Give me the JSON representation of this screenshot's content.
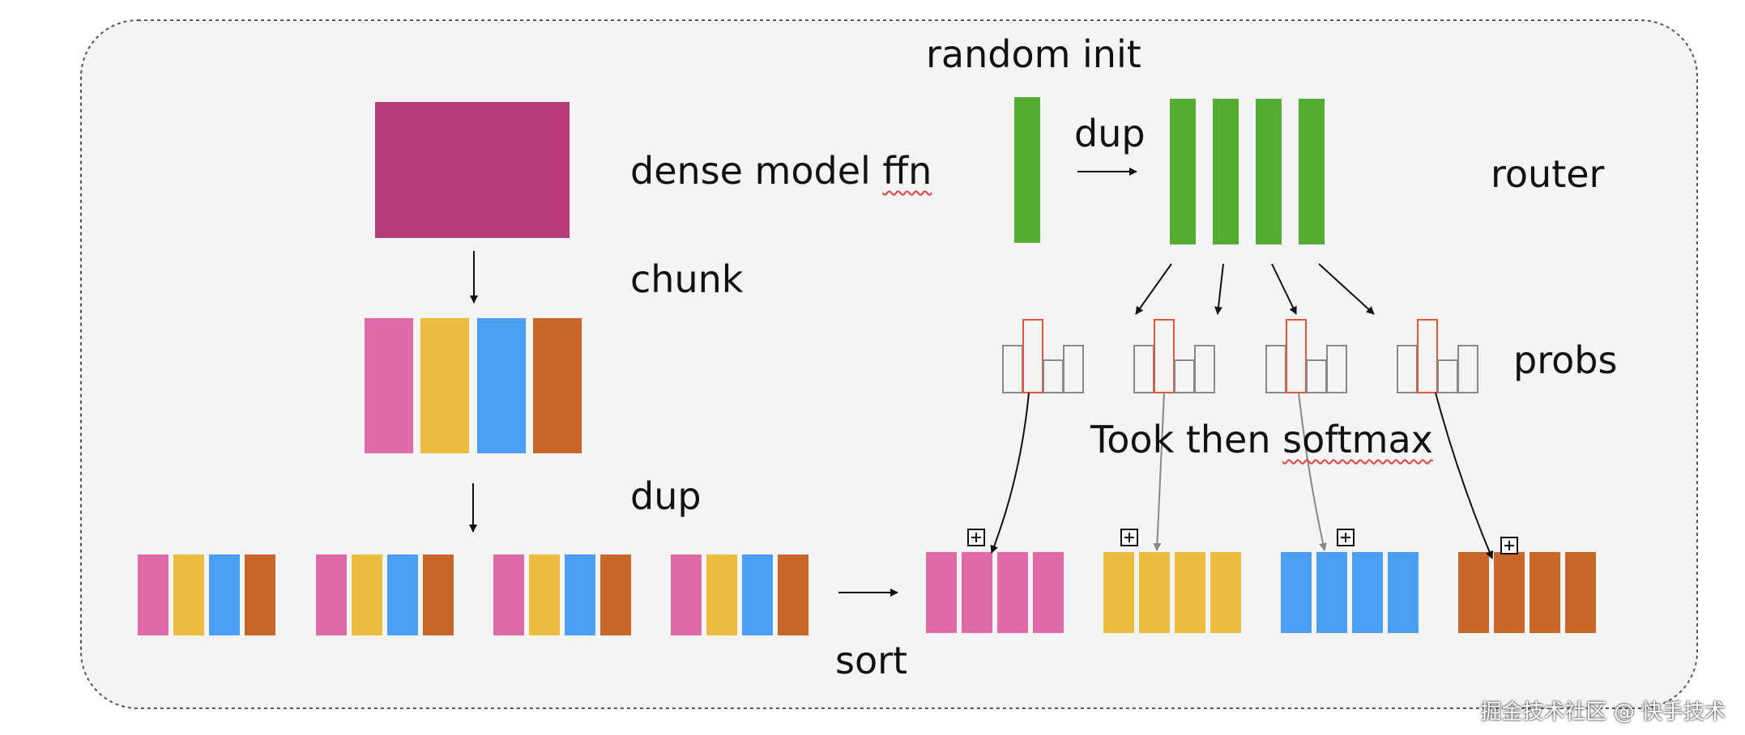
{
  "labels": {
    "random_init": "random init",
    "dup_top": "dup",
    "router": "router",
    "dense_model_prefix": "dense model ",
    "dense_model_ffn": "ffn",
    "chunk": "chunk",
    "probs": "probs",
    "took_prefix": "Took then ",
    "took_softmax": "softmax",
    "dup_left": "dup",
    "sort": "sort"
  },
  "watermark": "掘金技术社区 @ 快手技术",
  "colors": {
    "dense": "#b83a78",
    "router": "#55ac32",
    "pink": "#df6aa8",
    "yellow": "#ecbb40",
    "blue": "#4a9ef4",
    "orange": "#c9662a",
    "prob_bar": "#888888",
    "prob_top": "#e2573c",
    "panel_bg": "#f4f4f4",
    "panel_border": "#555555"
  }
}
